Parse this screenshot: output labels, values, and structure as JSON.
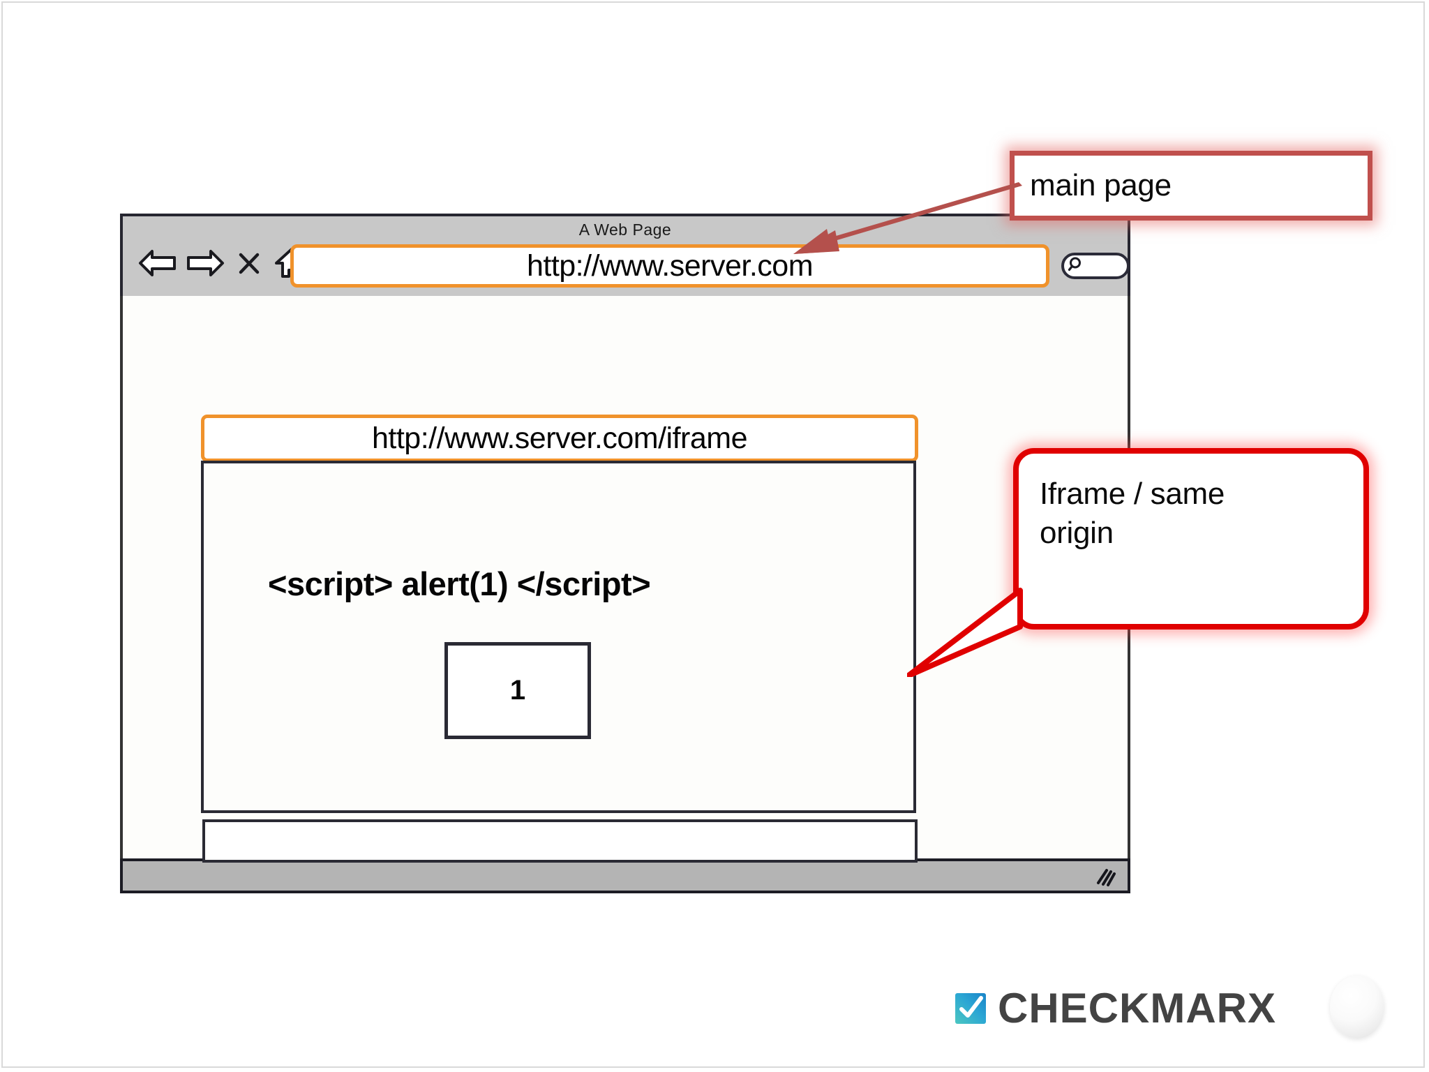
{
  "browser": {
    "title": "A Web Page",
    "url": "http://www.server.com",
    "nav": {
      "back_label": "back-arrow",
      "forward_label": "forward-arrow",
      "stop_label": "X",
      "home_label": "home"
    },
    "search_placeholder": ""
  },
  "iframe": {
    "url": "http://www.server.com/iframe",
    "script_text": "<script> alert(1) </script>",
    "alert_value": "1"
  },
  "callouts": {
    "main_page": "main page",
    "iframe_origin": "Iframe / same origin"
  },
  "brand": {
    "name": "CHECKMARX"
  },
  "colors": {
    "url_bar_accent": "#f0922b",
    "main_page_callout_border": "#c0504d",
    "iframe_callout_border": "#e00000",
    "arrow": "#b4504c",
    "chrome_gray": "#c8c8c8",
    "statusbar_gray": "#b4b4b4",
    "checkmarx_text": "#434343",
    "checkmarx_mark_from": "#4cc7c1",
    "checkmarx_mark_to": "#1a84c8"
  }
}
